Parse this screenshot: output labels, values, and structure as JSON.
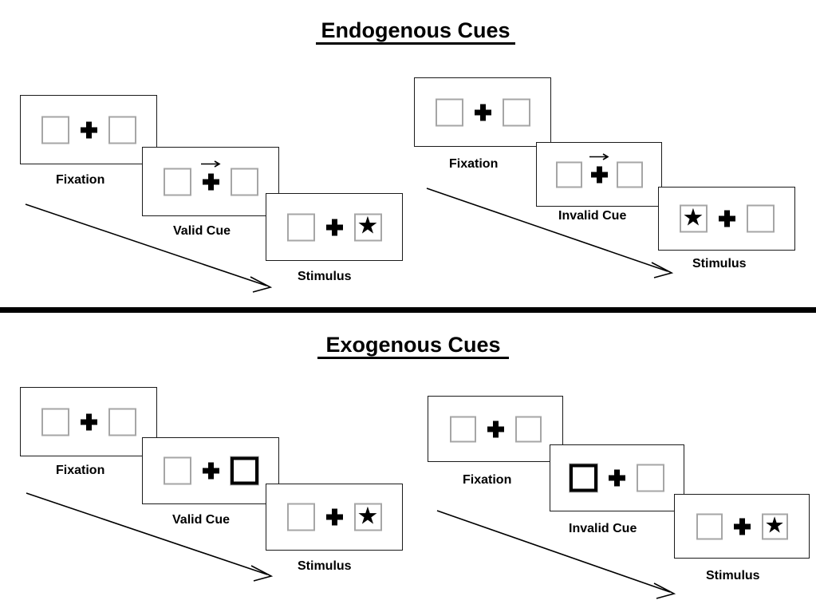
{
  "sections": [
    {
      "title": "Endogenous Cues",
      "panels": [
        {
          "id": "endogenous-valid",
          "frames": [
            {
              "caption": "Fixation",
              "left_box": "empty",
              "right_box": "empty",
              "center": "plus",
              "cue": "none"
            },
            {
              "caption": "Valid Cue",
              "left_box": "empty",
              "right_box": "empty",
              "center": "plus",
              "cue": "arrow-right-icon"
            },
            {
              "caption": "Stimulus",
              "left_box": "empty",
              "right_box": "star",
              "center": "plus",
              "cue": "none"
            }
          ]
        },
        {
          "id": "endogenous-invalid",
          "frames": [
            {
              "caption": "Fixation",
              "left_box": "empty",
              "right_box": "empty",
              "center": "plus",
              "cue": "none"
            },
            {
              "caption": "Invalid Cue",
              "left_box": "empty",
              "right_box": "empty",
              "center": "plus",
              "cue": "arrow-right-icon"
            },
            {
              "caption": "Stimulus",
              "left_box": "star",
              "right_box": "empty",
              "center": "plus",
              "cue": "none"
            }
          ]
        }
      ]
    },
    {
      "title": "Exogenous Cues",
      "panels": [
        {
          "id": "exogenous-valid",
          "frames": [
            {
              "caption": "Fixation",
              "left_box": "empty",
              "right_box": "empty",
              "center": "plus",
              "cue": "none"
            },
            {
              "caption": "Valid Cue",
              "left_box": "empty",
              "right_box": "highlighted",
              "center": "plus",
              "cue": "none"
            },
            {
              "caption": "Stimulus",
              "left_box": "empty",
              "right_box": "star",
              "center": "plus",
              "cue": "none"
            }
          ]
        },
        {
          "id": "exogenous-invalid",
          "frames": [
            {
              "caption": "Fixation",
              "left_box": "empty",
              "right_box": "empty",
              "center": "plus",
              "cue": "none"
            },
            {
              "caption": "Invalid Cue",
              "left_box": "highlighted",
              "right_box": "empty",
              "center": "plus",
              "cue": "none"
            },
            {
              "caption": "Stimulus",
              "left_box": "empty",
              "right_box": "star",
              "center": "plus",
              "cue": "none"
            }
          ]
        }
      ]
    }
  ],
  "glyphs": {
    "star": "★"
  },
  "colors": {
    "frame_border": "#1a1a1a",
    "box_border": "#a6a6a6",
    "cued_box_border": "#000000",
    "text": "#000000",
    "divider": "#000000",
    "background": "#ffffff"
  },
  "labels": {
    "endogenous_title": "Endogenous Cues",
    "exogenous_title": "Exogenous Cues",
    "fixation": "Fixation",
    "valid_cue": "Valid Cue",
    "invalid_cue": "Invalid Cue",
    "stimulus": "Stimulus"
  }
}
